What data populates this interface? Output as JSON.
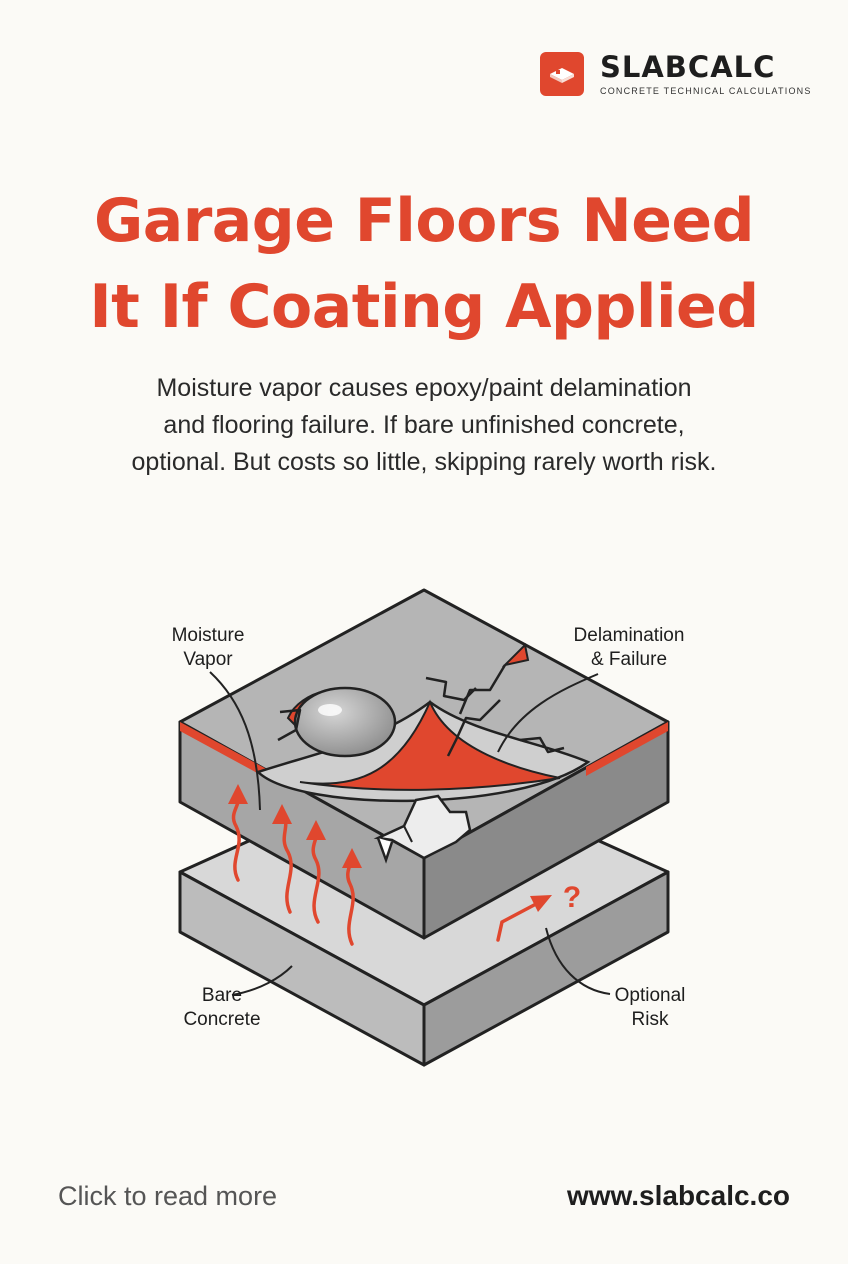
{
  "brand": {
    "name": "SLABCALC",
    "tagline": "CONCRETE TECHNICAL CALCULATIONS",
    "logo_icon": "concrete-slab-icon",
    "accent_color": "#e0472e"
  },
  "headline": {
    "line1": "Garage Floors Need",
    "line2": "It If Coating Applied"
  },
  "description": {
    "line1": "Moisture vapor causes epoxy/paint delamination",
    "line2": "and flooring failure. If bare unfinished concrete,",
    "line3": "optional. But costs so little, skipping rarely worth risk."
  },
  "illustration": {
    "labels": {
      "moisture_line1": "Moisture",
      "moisture_line2": "Vapor",
      "delamination_line1": "Delamination",
      "delamination_line2": "& Failure",
      "bare_line1": "Bare",
      "bare_line2": "Concrete",
      "optional_line1": "Optional",
      "optional_line2": "Risk"
    },
    "question_mark": "?"
  },
  "footer": {
    "cta": "Click to read more",
    "url": "www.slabcalc.co"
  }
}
